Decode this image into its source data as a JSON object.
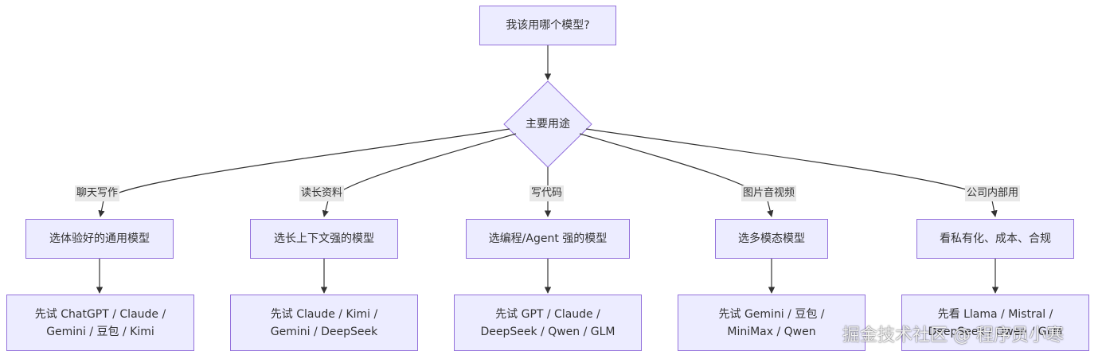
{
  "flowchart": {
    "start_node": "我该用哪个模型?",
    "decision_node": "主要用途",
    "branches": [
      {
        "edge_label": "聊天写作",
        "choice": "选体验好的通用模型",
        "suggestion": [
          "先试 ChatGPT / Claude /",
          "Gemini / 豆包 / Kimi"
        ]
      },
      {
        "edge_label": "读长资料",
        "choice": "选长上下文强的模型",
        "suggestion": [
          "先试 Claude / Kimi /",
          "Gemini / DeepSeek"
        ]
      },
      {
        "edge_label": "写代码",
        "choice": "选编程/Agent 强的模型",
        "suggestion": [
          "先试 GPT / Claude /",
          "DeepSeek / Qwen / GLM"
        ]
      },
      {
        "edge_label": "图片音视频",
        "choice": "选多模态模型",
        "suggestion": [
          "先试 Gemini / 豆包 /",
          "MiniMax / Qwen"
        ]
      },
      {
        "edge_label": "公司内部用",
        "choice": "看私有化、成本、合规",
        "suggestion": [
          "先看 Llama / Mistral /",
          "DeepSeek / Qwen / GLM"
        ]
      }
    ]
  },
  "watermark": "掘金技术社区 @ 程序员小寒",
  "colors": {
    "node_fill": "#ECECFF",
    "node_border": "#9370DB",
    "edge": "#333333",
    "edge_label_bg": "#e8e8e8",
    "text": "#333333"
  }
}
